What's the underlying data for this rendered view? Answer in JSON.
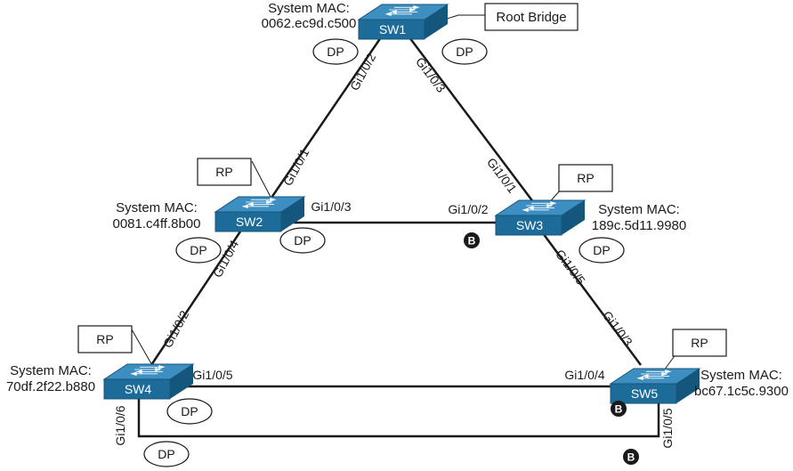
{
  "switches": {
    "sw1": {
      "name": "SW1",
      "mac_label": "System MAC:",
      "mac": "0062.ec9d.c500",
      "note": "Root Bridge"
    },
    "sw2": {
      "name": "SW2",
      "mac_label": "System MAC:",
      "mac": "0081.c4ff.8b00",
      "note": "RP"
    },
    "sw3": {
      "name": "SW3",
      "mac_label": "System MAC:",
      "mac": "189c.5d11.9980",
      "note": "RP"
    },
    "sw4": {
      "name": "SW4",
      "mac_label": "System MAC:",
      "mac": "70df.2f22.b880",
      "note": "RP"
    },
    "sw5": {
      "name": "SW5",
      "mac_label": "System MAC:",
      "mac": "bc67.1c5c.9300",
      "note": "RP"
    }
  },
  "ports": {
    "sw1_sw2": "Gi1/0/2",
    "sw1_sw3": "Gi1/0/3",
    "sw2_sw1": "Gi1/0/1",
    "sw2_sw3": "Gi1/0/3",
    "sw2_sw4": "Gi1/0/4",
    "sw3_sw1": "Gi1/0/1",
    "sw3_sw2": "Gi1/0/2",
    "sw3_sw5": "Gi1/0/5",
    "sw4_sw2": "Gi1/0/2",
    "sw4_sw5": "Gi1/0/5",
    "sw4_bottom": "Gi1/0/6",
    "sw5_sw3": "Gi1/0/3",
    "sw5_sw4": "Gi1/0/4",
    "sw5_bottom": "Gi1/0/5"
  },
  "roles": {
    "dp": "DP",
    "blocked": "B"
  },
  "colors": {
    "switch_front": "#1d6b99",
    "switch_top": "#3d8fc2",
    "switch_side": "#15567d",
    "link": "#1a1a1a",
    "blocked": "#1a1a1a"
  }
}
